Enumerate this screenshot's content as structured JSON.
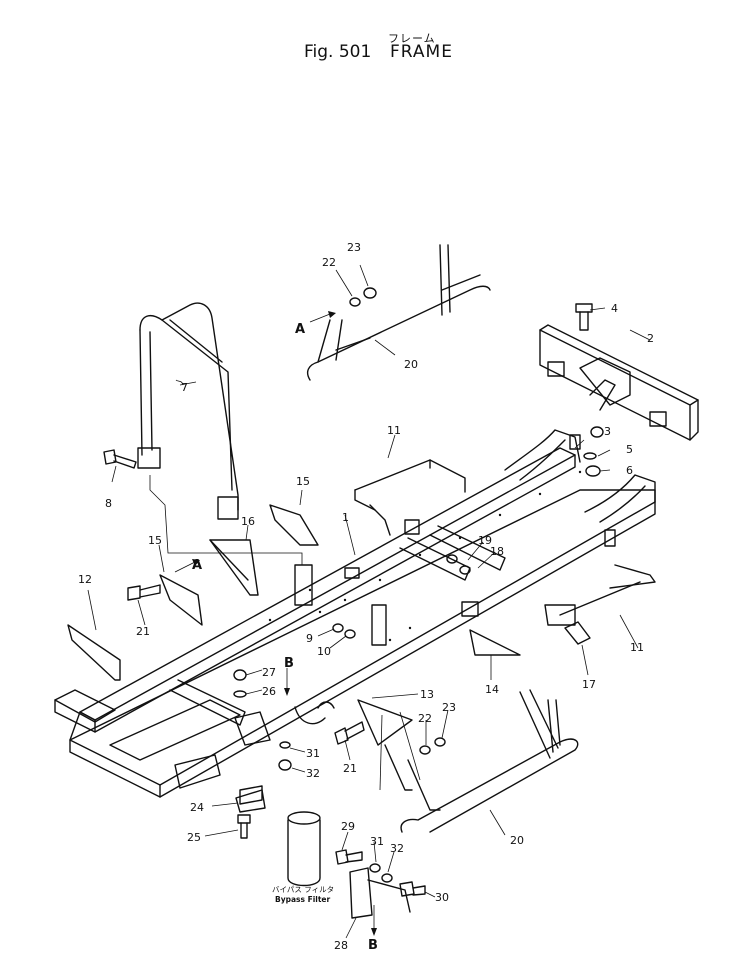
{
  "header": {
    "title_jp": "フレーム",
    "figure": "Fig. 501",
    "title": "FRAME"
  },
  "parts": [
    {
      "id": "p23a",
      "label": "23"
    },
    {
      "id": "p22a",
      "label": "22"
    },
    {
      "id": "pA1",
      "label": "A"
    },
    {
      "id": "p20a",
      "label": "20"
    },
    {
      "id": "p4",
      "label": "4"
    },
    {
      "id": "p2",
      "label": "2"
    },
    {
      "id": "p7",
      "label": "7"
    },
    {
      "id": "p3",
      "label": "3"
    },
    {
      "id": "p11a",
      "label": "11"
    },
    {
      "id": "p5",
      "label": "5"
    },
    {
      "id": "p6",
      "label": "6"
    },
    {
      "id": "p8",
      "label": "8"
    },
    {
      "id": "p15a",
      "label": "15"
    },
    {
      "id": "p1",
      "label": "1"
    },
    {
      "id": "p16",
      "label": "16"
    },
    {
      "id": "p19",
      "label": "19"
    },
    {
      "id": "p18",
      "label": "18"
    },
    {
      "id": "p15b",
      "label": "15"
    },
    {
      "id": "pA2",
      "label": "A"
    },
    {
      "id": "p12",
      "label": "12"
    },
    {
      "id": "p21a",
      "label": "21"
    },
    {
      "id": "p9",
      "label": "9"
    },
    {
      "id": "p10",
      "label": "10"
    },
    {
      "id": "p11b",
      "label": "11"
    },
    {
      "id": "p17",
      "label": "17"
    },
    {
      "id": "pB1",
      "label": "B"
    },
    {
      "id": "p27",
      "label": "27"
    },
    {
      "id": "p26",
      "label": "26"
    },
    {
      "id": "p13",
      "label": "13"
    },
    {
      "id": "p14",
      "label": "14"
    },
    {
      "id": "p22b",
      "label": "22"
    },
    {
      "id": "p23b",
      "label": "23"
    },
    {
      "id": "p31a",
      "label": "31"
    },
    {
      "id": "p21b",
      "label": "21"
    },
    {
      "id": "p32a",
      "label": "32"
    },
    {
      "id": "p24",
      "label": "24"
    },
    {
      "id": "p25",
      "label": "25"
    },
    {
      "id": "p29",
      "label": "29"
    },
    {
      "id": "p31b",
      "label": "31"
    },
    {
      "id": "p32b",
      "label": "32"
    },
    {
      "id": "p20b",
      "label": "20"
    },
    {
      "id": "p30",
      "label": "30"
    },
    {
      "id": "p28",
      "label": "28"
    },
    {
      "id": "pB2",
      "label": "B"
    }
  ],
  "filter_label_jp": "バイパス フィルタ",
  "filter_label_en": "Bypass Filter"
}
